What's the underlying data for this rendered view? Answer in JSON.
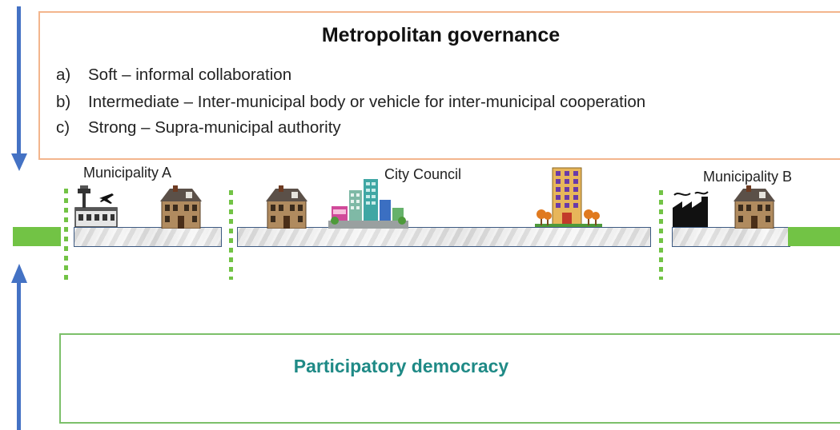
{
  "governance": {
    "title": "Metropolitan governance",
    "items": [
      {
        "label": "a)",
        "text": "Soft – informal collaboration"
      },
      {
        "label": "b)",
        "text": "Intermediate – Inter-municipal body or vehicle for inter-municipal cooperation"
      },
      {
        "label": "c)",
        "text": "Strong – Supra-municipal authority"
      }
    ]
  },
  "regions": {
    "municipality_a": {
      "label": "Municipality A",
      "icons": [
        "airport-icon",
        "house-icon"
      ]
    },
    "city_council": {
      "label": "City Council",
      "icons": [
        "house-icon",
        "city-buildings-icon",
        "office-tower-icon"
      ]
    },
    "municipality_b": {
      "label": "Municipality B",
      "icons": [
        "factory-icon",
        "house-icon"
      ]
    }
  },
  "participatory": {
    "title": "Participatory democracy"
  },
  "colors": {
    "arrow": "#4472c4",
    "governance_border": "#f3b58d",
    "participatory_border": "#7cc06a",
    "participatory_text": "#1f8a86",
    "ground_green": "#72c345",
    "terrain_border": "#3d5a82"
  }
}
